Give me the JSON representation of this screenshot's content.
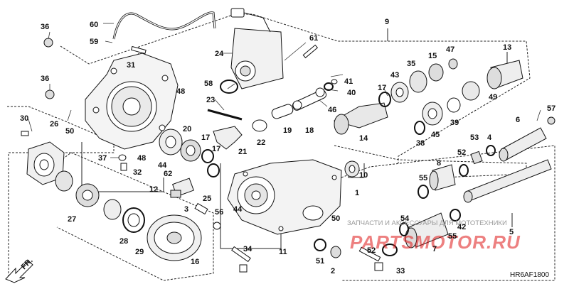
{
  "diagram_code": "HR6AF1800",
  "fr_marker": "FR.",
  "watermark": {
    "brand": "PARTSMOTOR.RU",
    "tagline": "ЗАПЧАСТИ И АКСЕССУАРЫ ДЛЯ МОТОТЕХНИКИ",
    "color": "#e01a1a"
  },
  "part_numbers": {
    "p1": "1",
    "p2": "2",
    "p3": "3",
    "p4": "4",
    "p5": "5",
    "p6": "6",
    "p7": "7",
    "p8": "8",
    "p9": "9",
    "p10": "10",
    "p11": "11",
    "p12": "12",
    "p13": "13",
    "p14": "14",
    "p15": "15",
    "p16": "16",
    "p17a": "17",
    "p17b": "17",
    "p17c": "17",
    "p18": "18",
    "p19": "19",
    "p20": "20",
    "p21": "21",
    "p22": "22",
    "p23": "23",
    "p24": "24",
    "p25": "25",
    "p26": "26",
    "p27": "27",
    "p28": "28",
    "p29": "29",
    "p30": "30",
    "p31": "31",
    "p32": "32",
    "p33": "33",
    "p34": "34",
    "p35": "35",
    "p36a": "36",
    "p36b": "36",
    "p37": "37",
    "p38": "38",
    "p39": "39",
    "p40": "40",
    "p41": "41",
    "p42": "42",
    "p43": "43",
    "p44a": "44",
    "p44b": "44",
    "p45": "45",
    "p46": "46",
    "p47": "47",
    "p48a": "48",
    "p48b": "48",
    "p49": "49",
    "p50a": "50",
    "p50b": "50",
    "p51": "51",
    "p52a": "52",
    "p52b": "52",
    "p53": "53",
    "p54": "54",
    "p55a": "55",
    "p55b": "55",
    "p56": "56",
    "p57": "57",
    "p58": "58",
    "p59": "59",
    "p60": "60",
    "p61": "61",
    "p62": "62"
  }
}
